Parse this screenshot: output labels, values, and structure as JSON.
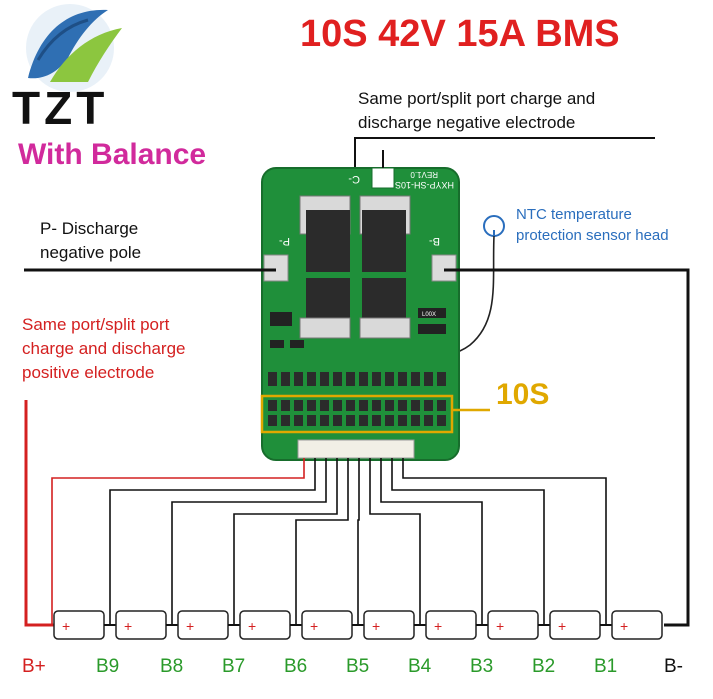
{
  "brand": {
    "name": "TZT",
    "tagline": "With Balance"
  },
  "title": "10S 42V 15A BMS",
  "annotations": {
    "top_note_line1": "Same port/split port charge and",
    "top_note_line2": "discharge negative electrode",
    "p_minus_line1": "P- Discharge",
    "p_minus_line2": "negative pole",
    "positive_line1": "Same port/split port",
    "positive_line2": "charge and discharge",
    "positive_line3": "positive electrode",
    "ntc_line1": "NTC temperature",
    "ntc_line2": "protection sensor head",
    "series_label": "10S"
  },
  "board": {
    "model": "HXYP-SH-10S",
    "rev": "REV1.0",
    "pad_c_minus": "C-",
    "pad_p_minus": "P-",
    "pad_b_minus": "B-",
    "resistor": "L00X"
  },
  "cells": {
    "plus_sign": "+",
    "labels": [
      "B+",
      "B9",
      "B8",
      "B7",
      "B6",
      "B5",
      "B4",
      "B3",
      "B2",
      "B1",
      "B-"
    ]
  },
  "colors": {
    "title_red": "#e02020",
    "tagline_magenta": "#d12a9c",
    "ntc_blue": "#2a6ebd",
    "series_gold": "#e0a800",
    "pcb_green": "#1f8f3a",
    "positive_red": "#d42020",
    "balance_green": "#2a9a2a",
    "wire_black": "#111111"
  },
  "icons": {
    "logo": "tzt-logo-icon",
    "ntc": "ntc-probe-icon"
  }
}
